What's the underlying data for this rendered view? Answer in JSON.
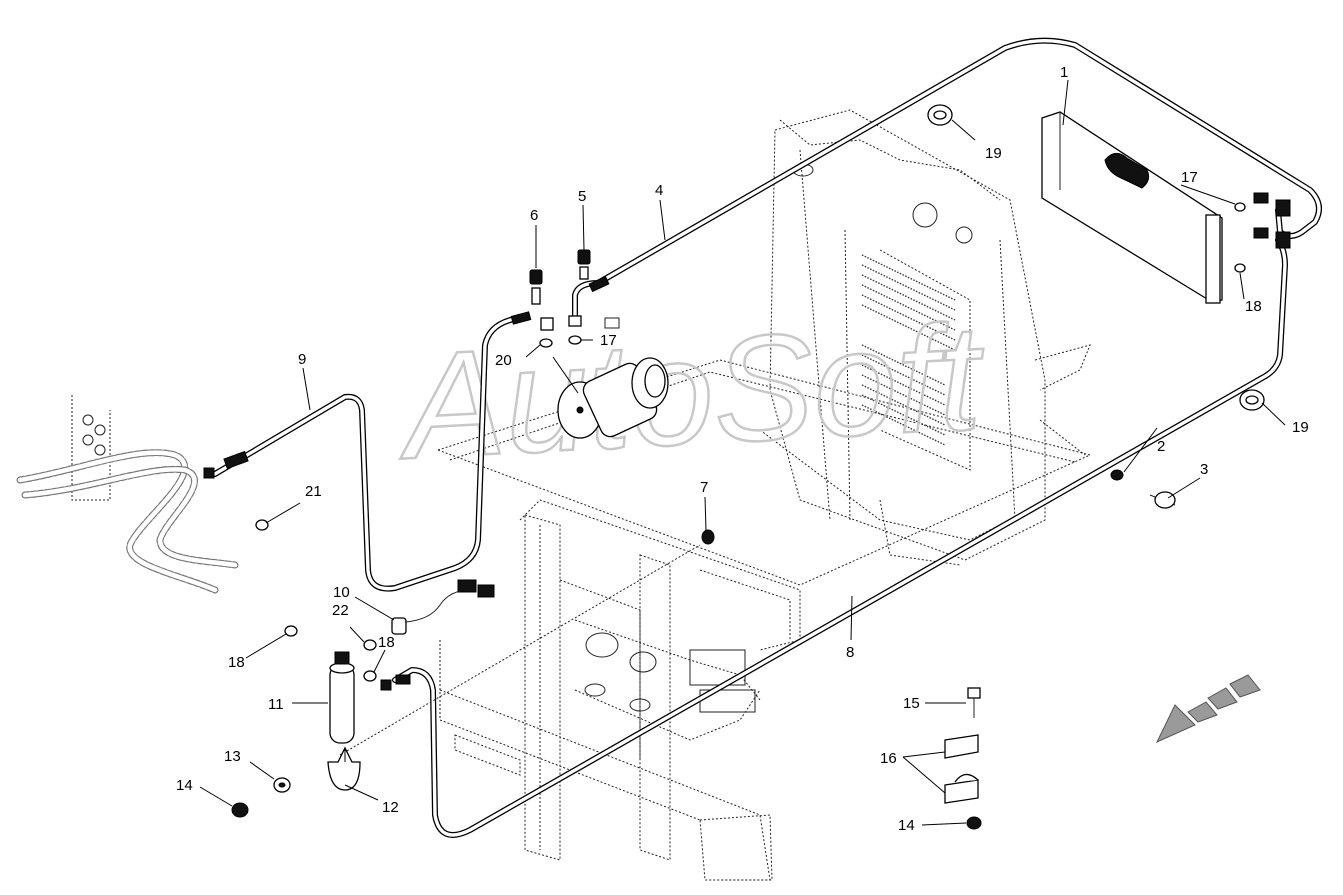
{
  "watermark": "AutoSoft",
  "callouts": {
    "c1": "1",
    "c2": "2",
    "c3": "3",
    "c4": "4",
    "c5": "5",
    "c6": "6",
    "c7": "7",
    "c8": "8",
    "c9": "9",
    "c10": "10",
    "c11": "11",
    "c12": "12",
    "c13a": "13",
    "c14a": "14",
    "c14b": "14",
    "c15": "15",
    "c16": "16",
    "c17a": "17",
    "c17b": "17",
    "c18a": "18",
    "c18b": "18",
    "c18c": "18",
    "c19a": "19",
    "c19b": "19",
    "c20": "20",
    "c21": "21",
    "c22": "22"
  }
}
